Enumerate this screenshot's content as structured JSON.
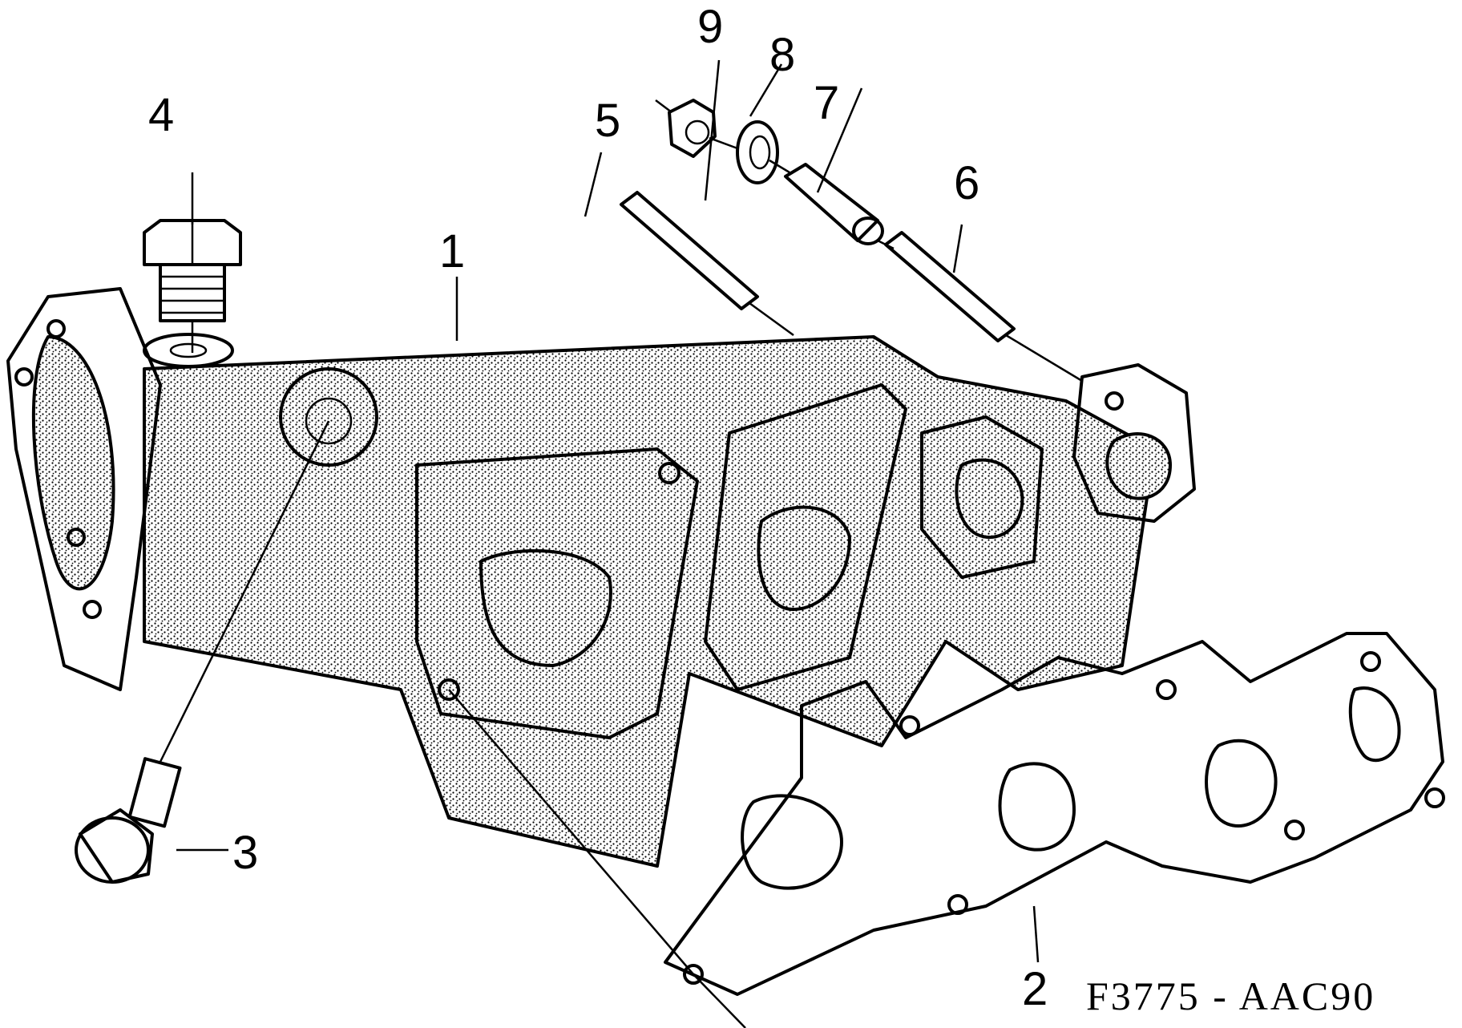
{
  "diagram": {
    "title": "Exhaust manifold exploded view",
    "figure_code": "F3775 - AAC90",
    "callouts": [
      {
        "id": "1",
        "label": "1",
        "part": "exhaust-manifold"
      },
      {
        "id": "2",
        "label": "2",
        "part": "manifold-gasket"
      },
      {
        "id": "3",
        "label": "3",
        "part": "plug-bolt-lower"
      },
      {
        "id": "4",
        "label": "4",
        "part": "plug-bolt-upper"
      },
      {
        "id": "5",
        "label": "5",
        "part": "stud"
      },
      {
        "id": "6",
        "label": "6",
        "part": "stud"
      },
      {
        "id": "7",
        "label": "7",
        "part": "spacer-sleeve"
      },
      {
        "id": "8",
        "label": "8",
        "part": "washer"
      },
      {
        "id": "9",
        "label": "9",
        "part": "nut"
      }
    ]
  }
}
